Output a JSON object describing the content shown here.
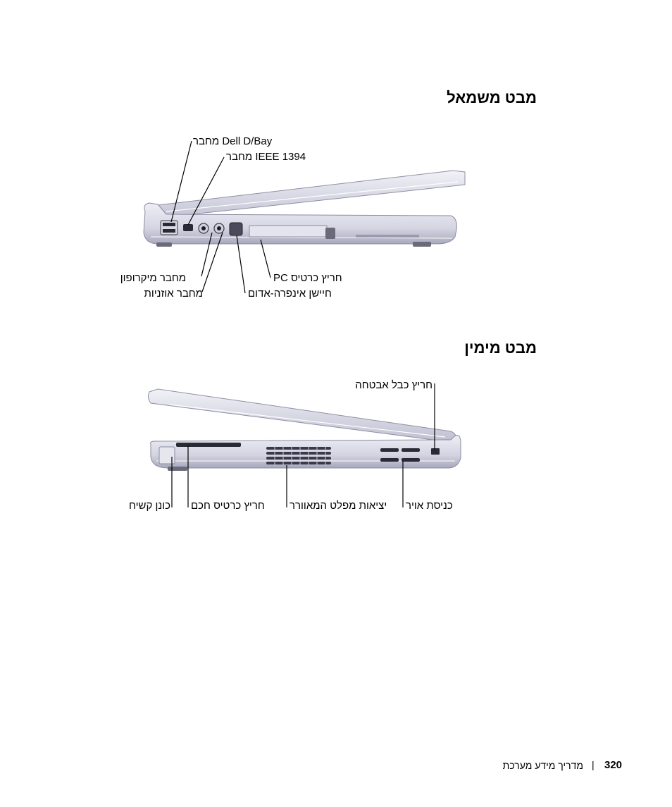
{
  "sections": {
    "left_view": {
      "heading": "מבט משמאל",
      "labels": {
        "dbay": "Dell D/Bay מחבר",
        "ieee": "IEEE 1394 מחבר",
        "microphone": "מחבר מיקרופון",
        "headphones": "מחבר אוזניות",
        "pc_card": "חריץ כרטיס PC",
        "infrared": "חיישן אינפרה-אדום"
      }
    },
    "right_view": {
      "heading": "מבט מימין",
      "labels": {
        "security": "חריץ כבל אבטחה",
        "hard_drive": "כונן קשיח",
        "smart_card": "חריץ כרטיס חכם",
        "fan_vents": "יציאות מפלט המאוורר",
        "air_intake": "כניסת אויר"
      }
    }
  },
  "footer": {
    "page_number": "320",
    "separator": "|",
    "guide_title": "מדריך מידע מערכת"
  }
}
